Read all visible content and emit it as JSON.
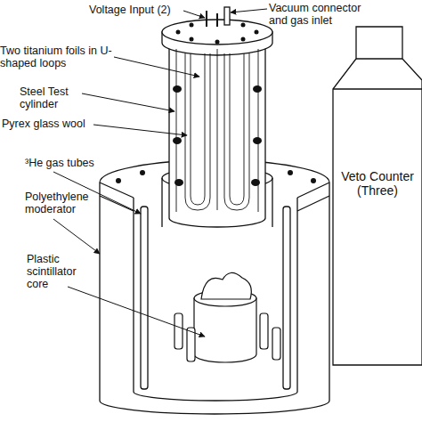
{
  "diagram": {
    "nodes": [
      {
        "text": [
          "Veto Counter (Three)"
        ]
      }
    ],
    "labels": [
      "Voltage Input (2)",
      "Vacuum connector and gas inlet",
      "Two titanium foils in U-shaped loops",
      "Steel Test cylinder",
      "Pyrex glass wool",
      "³He gas tubes",
      "Polyethylene moderator",
      "Plastic scintillator core"
    ]
  }
}
